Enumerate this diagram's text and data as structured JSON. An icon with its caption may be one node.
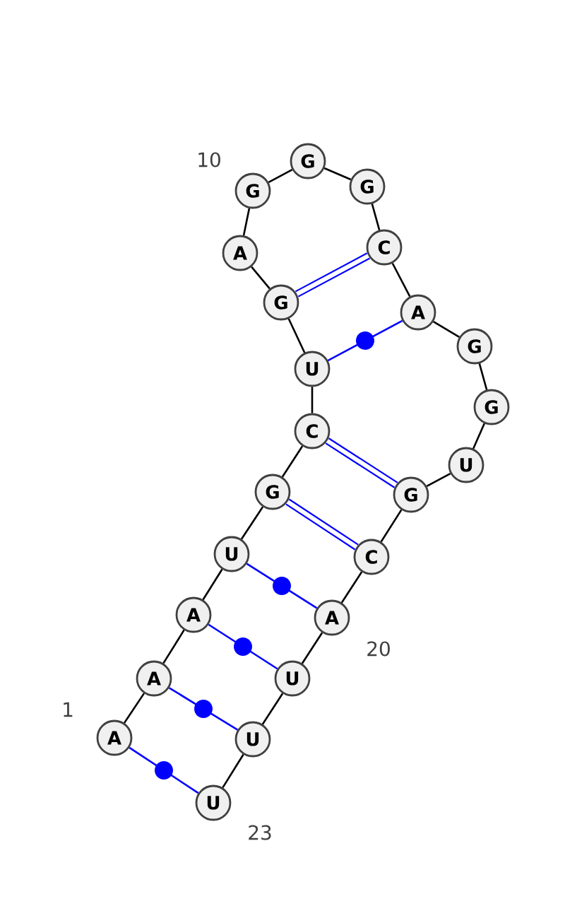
{
  "diagram": {
    "nodes": [
      {
        "text": [
          "A"
        ]
      },
      {
        "text": [
          "A"
        ]
      },
      {
        "text": [
          "A"
        ]
      },
      {
        "text": [
          "U"
        ]
      },
      {
        "text": [
          "G"
        ]
      },
      {
        "text": [
          "C"
        ]
      },
      {
        "text": [
          "U"
        ]
      },
      {
        "text": [
          "G"
        ]
      },
      {
        "text": [
          "A"
        ]
      },
      {
        "text": [
          "G"
        ]
      },
      {
        "text": [
          "G"
        ]
      },
      {
        "text": [
          "G"
        ]
      },
      {
        "text": [
          "C"
        ]
      },
      {
        "text": [
          "A"
        ]
      },
      {
        "text": [
          "G"
        ]
      },
      {
        "text": [
          "G"
        ]
      },
      {
        "text": [
          "U"
        ]
      },
      {
        "text": [
          "G"
        ]
      },
      {
        "text": [
          "C"
        ]
      },
      {
        "text": [
          "A"
        ]
      },
      {
        "text": [
          "U"
        ]
      },
      {
        "text": [
          "U"
        ]
      },
      {
        "text": [
          "U"
        ]
      }
    ],
    "edges": [
      {
        "from": 0,
        "to": 1,
        "arrow": "none"
      },
      {
        "from": 1,
        "to": 2,
        "arrow": "none"
      },
      {
        "from": 2,
        "to": 3,
        "arrow": "none"
      },
      {
        "from": 3,
        "to": 4,
        "arrow": "none"
      },
      {
        "from": 4,
        "to": 5,
        "arrow": "none"
      },
      {
        "from": 5,
        "to": 6,
        "arrow": "none"
      },
      {
        "from": 6,
        "to": 7,
        "arrow": "none"
      },
      {
        "from": 7,
        "to": 8,
        "arrow": "none"
      },
      {
        "from": 8,
        "to": 9,
        "arrow": "none"
      },
      {
        "from": 9,
        "to": 10,
        "arrow": "none"
      },
      {
        "from": 10,
        "to": 11,
        "arrow": "none"
      },
      {
        "from": 11,
        "to": 12,
        "arrow": "none"
      },
      {
        "from": 12,
        "to": 13,
        "arrow": "none"
      },
      {
        "from": 13,
        "to": 14,
        "arrow": "none"
      },
      {
        "from": 14,
        "to": 15,
        "arrow": "none"
      },
      {
        "from": 15,
        "to": 16,
        "arrow": "none"
      },
      {
        "from": 16,
        "to": 17,
        "arrow": "none"
      },
      {
        "from": 17,
        "to": 18,
        "arrow": "none"
      },
      {
        "from": 18,
        "to": 19,
        "arrow": "none"
      },
      {
        "from": 19,
        "to": 20,
        "arrow": "none"
      },
      {
        "from": 20,
        "to": 21,
        "arrow": "none"
      },
      {
        "from": 21,
        "to": 22,
        "arrow": "none"
      },
      {
        "from": 0,
        "to": 22,
        "arrow": "none",
        "color": "#0000ff"
      },
      {
        "from": 1,
        "to": 21,
        "arrow": "none",
        "color": "#0000ff"
      },
      {
        "from": 2,
        "to": 20,
        "arrow": "none",
        "color": "#0000ff"
      },
      {
        "from": 3,
        "to": 19,
        "arrow": "none",
        "color": "#0000ff"
      },
      {
        "from": 4,
        "to": 18,
        "arrow": "none",
        "style": "thick",
        "color": "#0000ff"
      },
      {
        "from": 5,
        "to": 17,
        "arrow": "none",
        "style": "thick",
        "color": "#0000ff"
      },
      {
        "from": 6,
        "to": 13,
        "arrow": "none",
        "color": "#0000ff"
      },
      {
        "from": 7,
        "to": 12,
        "arrow": "none",
        "style": "thick",
        "color": "#0000ff"
      }
    ],
    "labels": [
      "10",
      "20",
      "1",
      "23"
    ]
  }
}
